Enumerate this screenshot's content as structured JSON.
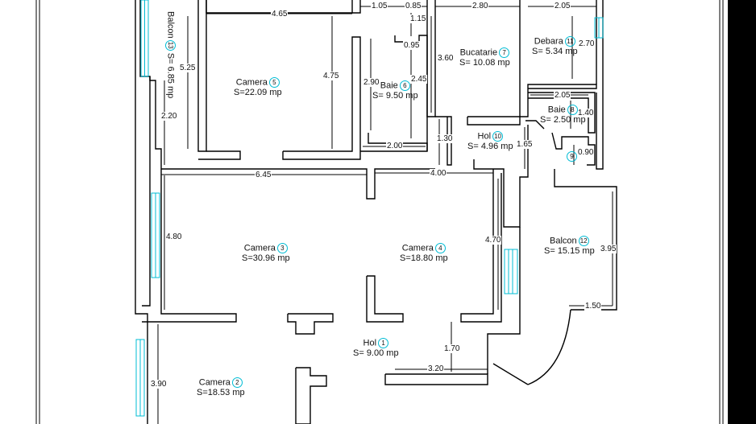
{
  "rooms": {
    "r13": {
      "name": "Balcon",
      "num": "13",
      "area": "S= 6.85 mp"
    },
    "r5": {
      "name": "Camera",
      "num": "5",
      "area": "S=22.09 mp"
    },
    "r6": {
      "name": "Baie",
      "num": "6",
      "area": "S= 9.50 mp"
    },
    "r7": {
      "name": "Bucatarie",
      "num": "7",
      "area": "S= 10.08 mp"
    },
    "r11": {
      "name": "Debara",
      "num": "11",
      "area": "S= 5.34 mp"
    },
    "r8": {
      "name": "Baie",
      "num": "8",
      "area": "S= 2.50 mp"
    },
    "r10": {
      "name": "Hol",
      "num": "10",
      "area": "S= 4.96 mp"
    },
    "r9": {
      "num": "9"
    },
    "r3": {
      "name": "Camera",
      "num": "3",
      "area": "S=30.96 mp"
    },
    "r4": {
      "name": "Camera",
      "num": "4",
      "area": "S=18.80 mp"
    },
    "r12": {
      "name": "Balcon",
      "num": "12",
      "area": "S= 15.15 mp"
    },
    "r1": {
      "name": "Hol",
      "num": "1",
      "area": "S= 9.00 mp"
    },
    "r2": {
      "name": "Camera",
      "num": "2",
      "area": "S=18.53 mp"
    }
  },
  "dims": {
    "d465": "4.65",
    "d105": "1.05",
    "d085": "0.85",
    "d280": "2.80",
    "d205a": "2.05",
    "d115": "1.15",
    "d095": "0.95",
    "d270": "2.70",
    "d525": "5.25",
    "d475": "4.75",
    "d290": "2.90",
    "d245": "2.45",
    "d360": "3.60",
    "d205b": "2.05",
    "d140": "1.40",
    "d220": "2.20",
    "d200": "2.00",
    "d130": "1.30",
    "d165": "1.65",
    "d090": "0.90",
    "d645": "6.45",
    "d400": "4.00",
    "d480": "4.80",
    "d470": "4.70",
    "d395": "3.95",
    "d150": "1.50",
    "d170": "1.70",
    "d390": "3.90",
    "d320": "3.20"
  },
  "colors": {
    "window": "#00bcd4",
    "wall": "#000000",
    "background": "#ffffff",
    "frame": "#000000"
  }
}
